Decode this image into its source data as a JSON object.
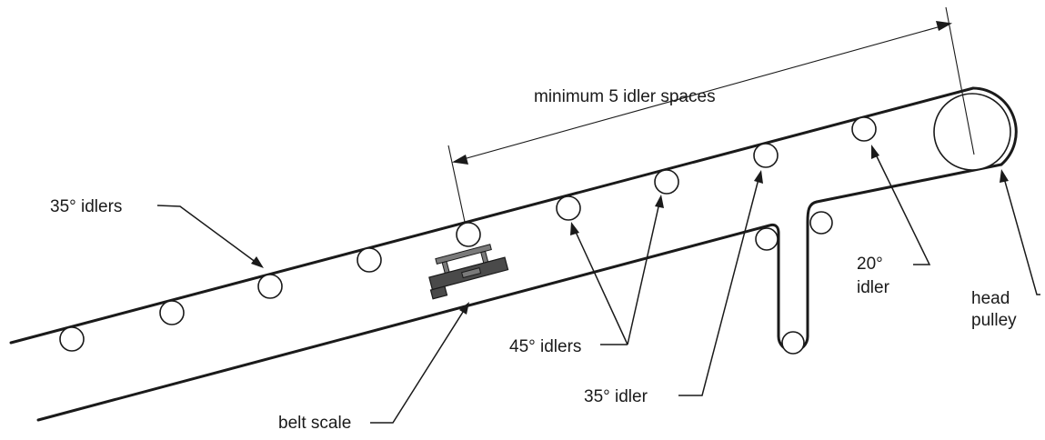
{
  "labels": {
    "minimum_spaces": "minimum 5 idler spaces",
    "idlers_35": "35° idlers",
    "idlers_45": "45° idlers",
    "idler_35": "35° idler",
    "idler_20_line1": "20°",
    "idler_20_line2": "idler",
    "head_pulley_line1": "head",
    "head_pulley_line2": "pulley",
    "belt_scale": "belt scale"
  },
  "colors": {
    "line": "#1a1a1a",
    "background": "#ffffff"
  }
}
